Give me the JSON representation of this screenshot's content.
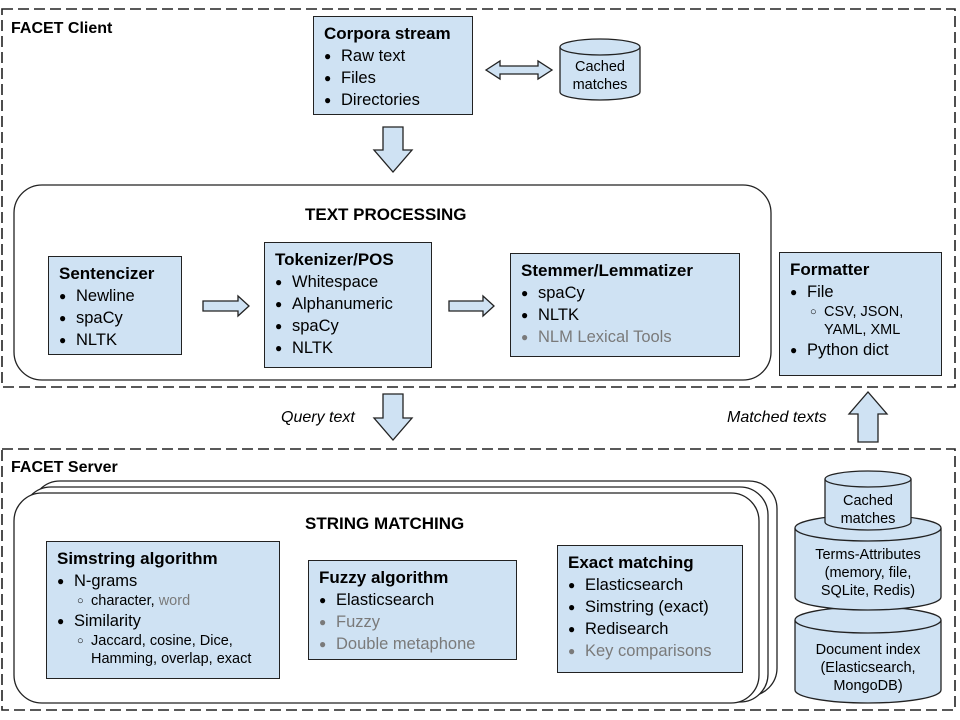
{
  "client": {
    "title": "FACET Client",
    "corpora": {
      "title": "Corpora stream",
      "items": [
        "Raw text",
        "Files",
        "Directories"
      ]
    },
    "cached_matches": {
      "line1": "Cached",
      "line2": "matches"
    },
    "text_processing": {
      "title": "TEXT PROCESSING",
      "sentencizer": {
        "title": "Sentencizer",
        "items": [
          "Newline",
          "spaCy",
          "NLTK"
        ]
      },
      "tokenizer": {
        "title": "Tokenizer/POS",
        "items": [
          "Whitespace",
          "Alphanumeric",
          "spaCy",
          "NLTK"
        ]
      },
      "stemmer": {
        "title": "Stemmer/Lemmatizer",
        "items": [
          "spaCy",
          "NLTK",
          "NLM Lexical Tools"
        ]
      }
    },
    "formatter": {
      "title": "Formatter",
      "file_label": "File",
      "file_formats_1": "CSV, JSON,",
      "file_formats_2": "YAML, XML",
      "python_dict": "Python dict"
    }
  },
  "query_text_label": "Query text",
  "matched_texts_label": "Matched texts",
  "server": {
    "title": "FACET Server",
    "string_matching": {
      "title": "STRING MATCHING",
      "simstring": {
        "title": "Simstring algorithm",
        "ngrams": "N-grams",
        "ngrams_sub_a": "character,",
        "ngrams_sub_b": "word",
        "similarity": "Similarity",
        "similarity_sub_1": "Jaccard, cosine, Dice,",
        "similarity_sub_2": "Hamming, overlap, exact"
      },
      "fuzzy": {
        "title": "Fuzzy algorithm",
        "items": [
          "Elasticsearch",
          "Fuzzy",
          "Double metaphone"
        ]
      },
      "exact": {
        "title": "Exact matching",
        "items": [
          "Elasticsearch",
          "Simstring (exact)",
          "Redisearch",
          "Key comparisons"
        ]
      }
    },
    "db_stack": {
      "cached": {
        "line1": "Cached",
        "line2": "matches"
      },
      "terms": {
        "line1": "Terms-Attributes",
        "line2": "(memory, file,",
        "line3": "SQLite, Redis)"
      },
      "docindex": {
        "line1": "Document index",
        "line2": "(Elasticsearch,",
        "line3": "MongoDB)"
      }
    }
  },
  "colors": {
    "box_fill": "#cfe2f3",
    "stroke": "#222222",
    "muted_text": "#7a7a7a"
  }
}
